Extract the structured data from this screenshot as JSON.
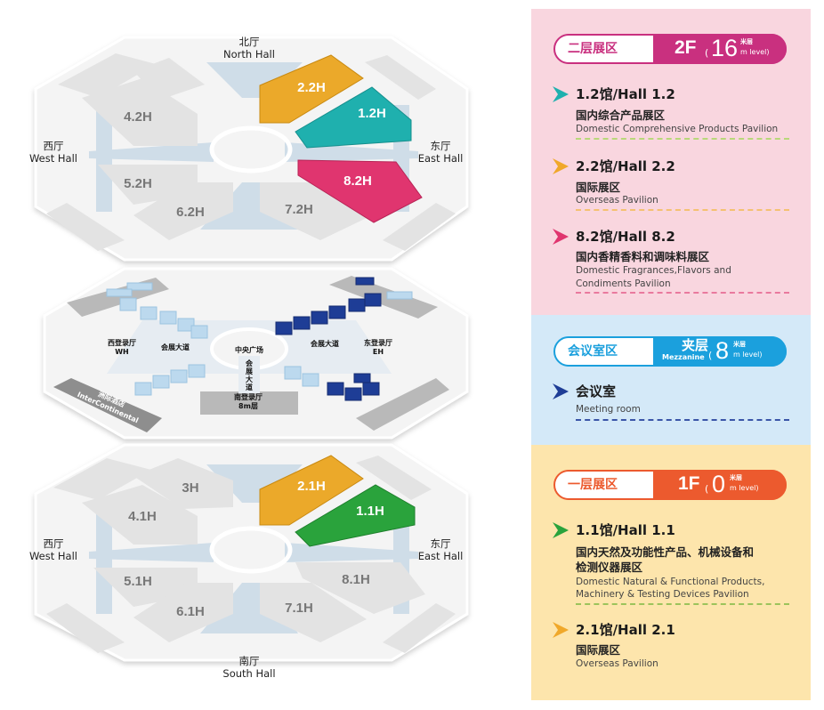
{
  "map": {
    "north": {
      "cn": "北厅",
      "en": "North Hall"
    },
    "south": {
      "cn": "南厅",
      "en": "South Hall"
    },
    "west_top": {
      "cn": "西厅",
      "en": "West Hall"
    },
    "east_top": {
      "cn": "东厅",
      "en": "East Hall"
    },
    "west_bottom": {
      "cn": "西厅",
      "en": "West Hall"
    },
    "east_bottom": {
      "cn": "东厅",
      "en": "East Hall"
    },
    "halls_2f": {
      "h22": "2.2H",
      "h12": "1.2H",
      "h82": "8.2H",
      "h42": "4.2H",
      "h52": "5.2H",
      "h62": "6.2H",
      "h72": "7.2H"
    },
    "halls_1f": {
      "h21": "2.1H",
      "h11": "1.1H",
      "h3": "3H",
      "h41": "4.1H",
      "h51": "5.1H",
      "h61": "6.1H",
      "h71": "7.1H",
      "h81": "8.1H"
    },
    "mezz": {
      "west_lobby": "西登录厅",
      "west_code": "WH",
      "east_lobby": "东登录厅",
      "east_code": "EH",
      "boulevard_w": "会展大道",
      "boulevard_e": "会展大道",
      "plaza": "中央广场",
      "boulevard_v": "会展大道",
      "south_lobby": "南登录厅",
      "south_level": "8m层",
      "hotel_cn": "洲际酒店",
      "hotel_en": "InterContinental"
    },
    "colors": {
      "orange": "#eba92a",
      "teal": "#1fb0ae",
      "pink": "#e0356f",
      "green": "#2aa33c",
      "grey": "#e3e3e3",
      "road": "#cfdde8",
      "navy": "#1e3d96",
      "lightblue": "#bcd9ee"
    }
  },
  "legend": {
    "f2": {
      "zone": "二层展区",
      "level": "2F",
      "paren": "(",
      "height": "16",
      "unit": "米层",
      "unit_en": "m level)",
      "accent": "#c9307f",
      "items": [
        {
          "title": "1.2馆/Hall 1.2",
          "cn": "国内综合产品展区",
          "en": "Domestic Comprehensive Products Pavilion",
          "arrow": "#1fb0ae"
        },
        {
          "title": "2.2馆/Hall 2.2",
          "cn": "国际展区",
          "en": "Overseas Pavilion",
          "arrow": "#f0a82a"
        },
        {
          "title": "8.2馆/Hall 8.2",
          "cn": "国内香精香料和调味料展区",
          "en": "Domestic Fragrances,Flavors and",
          "en2": "Condiments Pavilion",
          "arrow": "#e0356f"
        }
      ]
    },
    "mz": {
      "zone": "会议室区",
      "level": "夹层",
      "level_en": "Mezzanine",
      "paren": "(",
      "height": "8",
      "unit": "米层",
      "unit_en": "m level)",
      "accent": "#1ba0dd",
      "items": [
        {
          "title": "会议室",
          "en": "Meeting room",
          "arrow": "#1e3d96"
        }
      ]
    },
    "f1": {
      "zone": "一层展区",
      "level": "1F",
      "paren": "(",
      "height": "0",
      "unit": "米层",
      "unit_en": "m level)",
      "accent": "#ec5a2e",
      "items": [
        {
          "title": "1.1馆/Hall 1.1",
          "cn": "国内天然及功能性产品、机械设备和",
          "cn2": "检测仪器展区",
          "en": "Domestic Natural & Functional Products,",
          "en2": "Machinery & Testing Devices Pavilion",
          "arrow": "#2aa33c"
        },
        {
          "title": "2.1馆/Hall 2.1",
          "cn": "国际展区",
          "en": "Overseas Pavilion",
          "arrow": "#f0a82a"
        }
      ]
    }
  }
}
